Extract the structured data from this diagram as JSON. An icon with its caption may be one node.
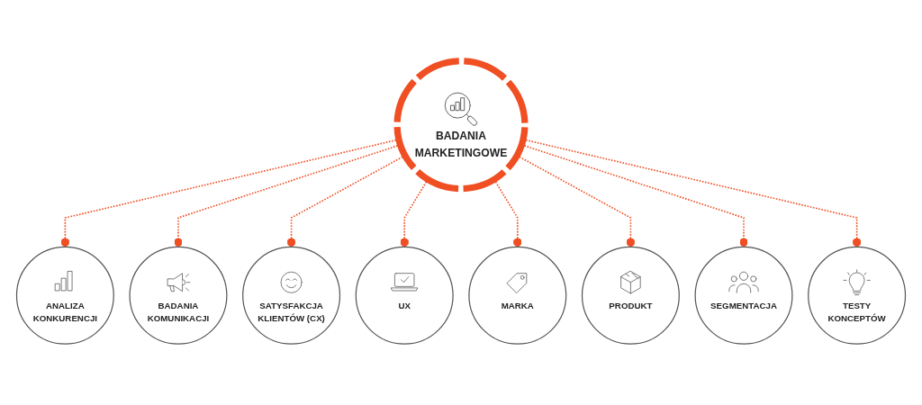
{
  "diagram": {
    "nodes": [
      {
        "text": [
          "ANALIZA KONKURENCJI"
        ]
      },
      {
        "text": [
          "BADANIA KOMUNIKACJI"
        ]
      },
      {
        "text": [
          "SATYSFAKCJA KLIENTÓW (CX)"
        ]
      },
      {
        "text": [
          "UX"
        ]
      },
      {
        "text": [
          "BADANIA MARKETINGOWE"
        ]
      },
      {
        "text": [
          "MARKA"
        ]
      },
      {
        "text": [
          "PRODUKT"
        ]
      },
      {
        "text": [
          "SEGMENTACJA"
        ]
      },
      {
        "text": [
          "TESTY KONCEPTÓW"
        ]
      }
    ],
    "edges": [
      {
        "from": 4,
        "to": 0,
        "arrow": "other",
        "style": "dashed"
      },
      {
        "from": 4,
        "to": 1,
        "arrow": "other",
        "style": "dashed"
      },
      {
        "from": 4,
        "to": 2,
        "arrow": "other",
        "style": "dashed"
      },
      {
        "from": 4,
        "to": 3,
        "arrow": "other",
        "style": "dashed"
      },
      {
        "from": 4,
        "to": 5,
        "arrow": "other",
        "style": "dashed"
      },
      {
        "from": 4,
        "to": 6,
        "arrow": "other",
        "style": "dashed"
      },
      {
        "from": 4,
        "to": 7,
        "arrow": "other",
        "style": "dashed"
      },
      {
        "from": 4,
        "to": 8,
        "arrow": "other",
        "style": "dashed"
      }
    ]
  }
}
